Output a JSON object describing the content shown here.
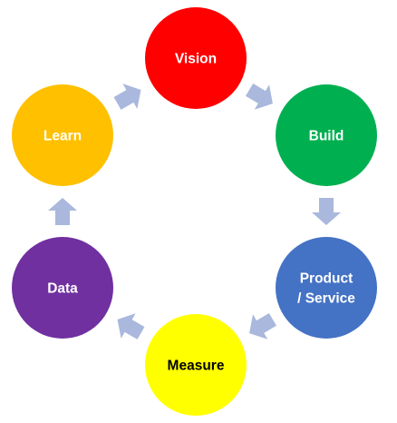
{
  "diagram": {
    "arrow_color": "#A9B8DC",
    "nodes": [
      {
        "id": "vision",
        "label_lines": [
          "Vision"
        ],
        "fill": "#FF0000",
        "text_color": "#FFFFFF"
      },
      {
        "id": "build",
        "label_lines": [
          "Build"
        ],
        "fill": "#00B050",
        "text_color": "#FFFFFF"
      },
      {
        "id": "product",
        "label_lines": [
          "Product",
          "/ Service"
        ],
        "fill": "#4472C4",
        "text_color": "#FFFFFF"
      },
      {
        "id": "measure",
        "label_lines": [
          "Measure"
        ],
        "fill": "#FFFF00",
        "text_color": "#000000"
      },
      {
        "id": "data",
        "label_lines": [
          "Data"
        ],
        "fill": "#7030A0",
        "text_color": "#FFFFFF"
      },
      {
        "id": "learn",
        "label_lines": [
          "Learn"
        ],
        "fill": "#FFC000",
        "text_color": "#FFFFFF"
      }
    ],
    "connections": [
      {
        "from": "vision",
        "to": "build"
      },
      {
        "from": "build",
        "to": "product"
      },
      {
        "from": "product",
        "to": "measure"
      },
      {
        "from": "measure",
        "to": "data"
      },
      {
        "from": "data",
        "to": "learn"
      },
      {
        "from": "learn",
        "to": "vision"
      }
    ]
  }
}
